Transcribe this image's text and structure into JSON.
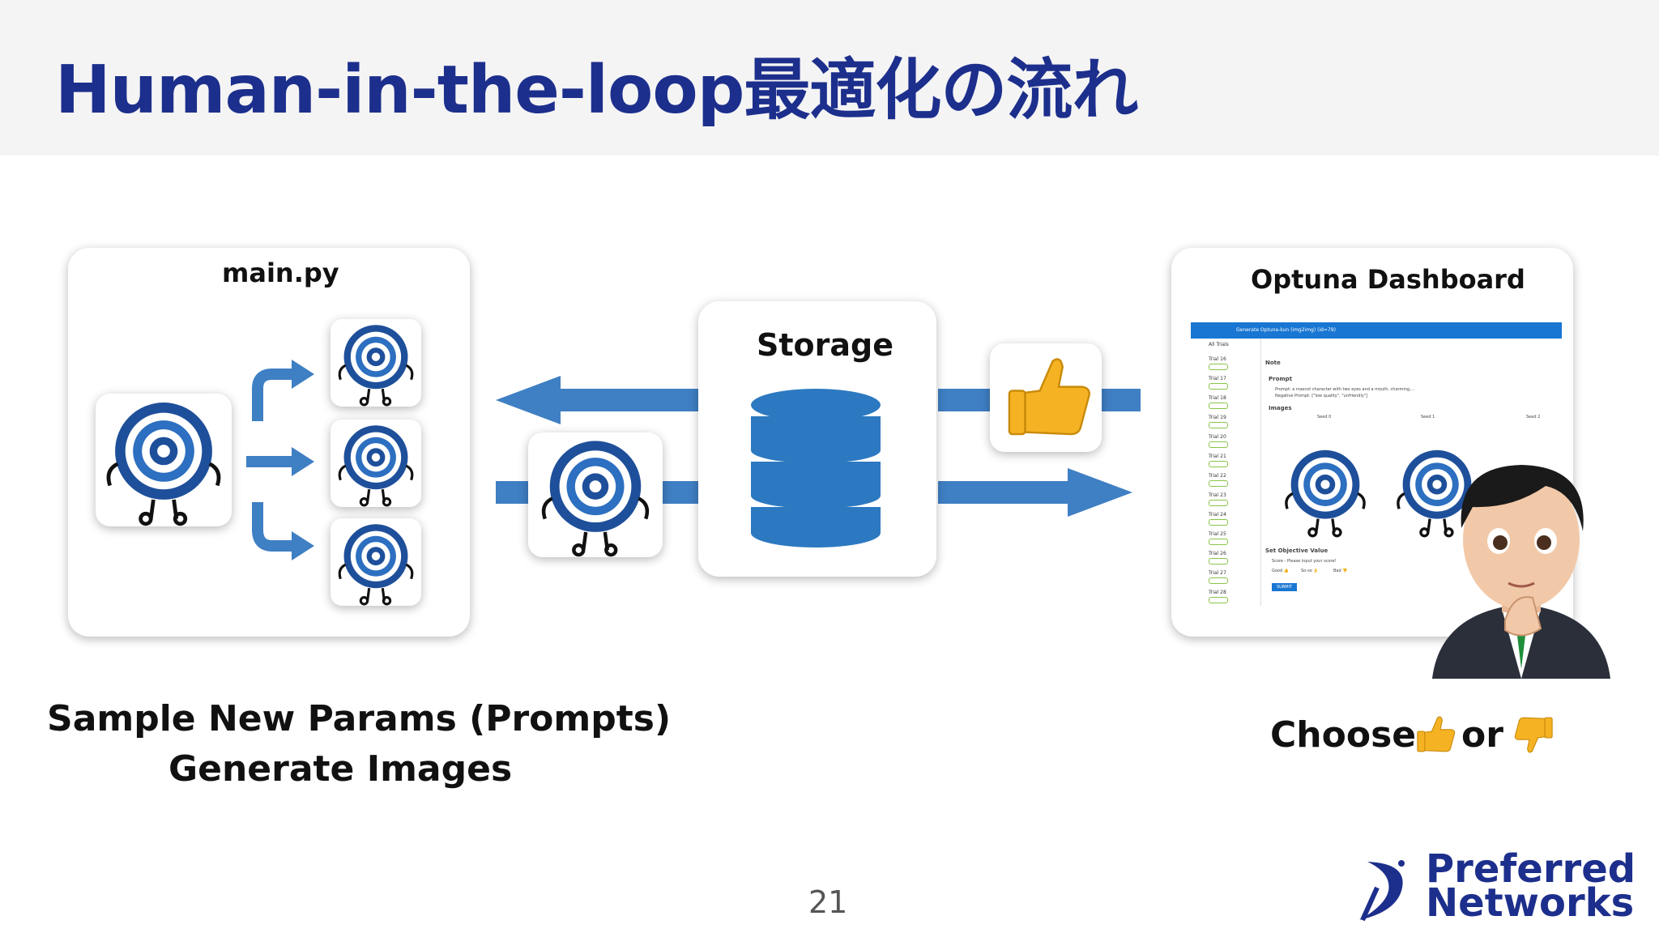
{
  "slide": {
    "title": "Human-in-the-loop最適化の流れ",
    "page_number": "21"
  },
  "main_box": {
    "label": "main.py"
  },
  "storage_box": {
    "label": "Storage"
  },
  "dashboard_box": {
    "label": "Optuna Dashboard",
    "header": "Generate Optuna-kun (img2img) (id=79)",
    "trials_label": "All Trials",
    "trials": [
      "Trial 16",
      "Trial 17",
      "Trial 18",
      "Trial 19",
      "Trial 20",
      "Trial 21",
      "Trial 22",
      "Trial 23",
      "Trial 24",
      "Trial 25",
      "Trial 26",
      "Trial 27",
      "Trial 28"
    ],
    "note_label": "Note",
    "prompt_label": "Prompt",
    "prompt_text": "Prompt: a mascot character with two eyes and a mouth, charming,...",
    "negative_text": "Negative Prompt: [\"low quality\", \"unfriendly\"]",
    "images_label": "Images",
    "seeds": [
      "Seed 0",
      "Seed 1",
      "Seed 2"
    ],
    "objective_label": "Set Objective Value",
    "score_prompt": "Score - Please input your score!",
    "options": [
      "Good 👍",
      "So-so 👌",
      "Bad 👎"
    ],
    "submit_label": "SUBMIT"
  },
  "captions": {
    "left_line1": "Sample New Params (Prompts)",
    "left_line2": "Generate Images",
    "right_choose": "Choose",
    "right_or": "or"
  },
  "logo": {
    "line1": "Preferred",
    "line2": "Networks"
  },
  "colors": {
    "title": "#1d2f8c",
    "arrow": "#3f7fc3",
    "db": "#2c79c1",
    "logo": "#1d2f8c",
    "dashboard_bar": "#1976d2"
  },
  "icons": [
    "optuna-mascot-icon",
    "thumbs-up-icon",
    "thumbs-down-icon",
    "database-icon",
    "avatar-person-icon",
    "pfn-logo-icon"
  ]
}
